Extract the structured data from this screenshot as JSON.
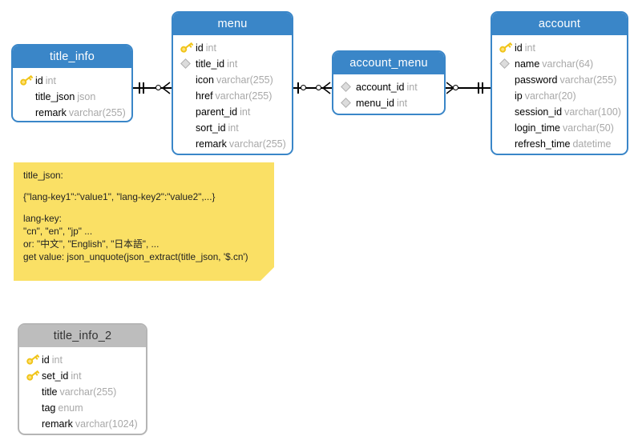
{
  "diagram": {
    "type": "entity-relationship-diagram",
    "colors": {
      "header_blue": "#3a86c8",
      "header_gray": "#bdbdbd",
      "border_blue": "#3a86c8",
      "border_gray": "#b5b5b5",
      "note_yellow": "#fae065",
      "type_text": "#a8a8a8",
      "name_text": "#000000",
      "key_icon": "#f0c419",
      "diamond_icon": "#dcdcdc",
      "canvas": "#ffffff"
    }
  },
  "entities": [
    {
      "name": "title_info",
      "header_style": "blue",
      "attributes": [
        {
          "icon": "primary-key-icon",
          "name": "id",
          "type": "int"
        },
        {
          "icon": "none",
          "name": "title_json",
          "type": "json"
        },
        {
          "icon": "none",
          "name": "remark",
          "type": "varchar(255)"
        }
      ]
    },
    {
      "name": "menu",
      "header_style": "blue",
      "attributes": [
        {
          "icon": "primary-key-icon",
          "name": "id",
          "type": "int"
        },
        {
          "icon": "foreign-key-diamond-icon",
          "name": "title_id",
          "type": "int"
        },
        {
          "icon": "none",
          "name": "icon",
          "type": "varchar(255)"
        },
        {
          "icon": "none",
          "name": "href",
          "type": "varchar(255)"
        },
        {
          "icon": "none",
          "name": "parent_id",
          "type": "int"
        },
        {
          "icon": "none",
          "name": "sort_id",
          "type": "int"
        },
        {
          "icon": "none",
          "name": "remark",
          "type": "varchar(255)"
        }
      ]
    },
    {
      "name": "account_menu",
      "header_style": "blue",
      "attributes": [
        {
          "icon": "foreign-key-diamond-icon",
          "name": "account_id",
          "type": "int"
        },
        {
          "icon": "foreign-key-diamond-icon",
          "name": "menu_id",
          "type": "int"
        }
      ]
    },
    {
      "name": "account",
      "header_style": "blue",
      "attributes": [
        {
          "icon": "primary-key-icon",
          "name": "id",
          "type": "int"
        },
        {
          "icon": "foreign-key-diamond-icon",
          "name": "name",
          "type": "varchar(64)"
        },
        {
          "icon": "none",
          "name": "password",
          "type": "varchar(255)"
        },
        {
          "icon": "none",
          "name": "ip",
          "type": "varchar(20)"
        },
        {
          "icon": "none",
          "name": "session_id",
          "type": "varchar(100)"
        },
        {
          "icon": "none",
          "name": "login_time",
          "type": "varchar(50)"
        },
        {
          "icon": "none",
          "name": "refresh_time",
          "type": "datetime"
        }
      ]
    },
    {
      "name": "title_info_2",
      "header_style": "gray",
      "attributes": [
        {
          "icon": "primary-key-icon",
          "name": "id",
          "type": "int"
        },
        {
          "icon": "primary-key-icon",
          "name": "set_id",
          "type": "int"
        },
        {
          "icon": "none",
          "name": "title",
          "type": "varchar(255)"
        },
        {
          "icon": "none",
          "name": "tag",
          "type": "enum"
        },
        {
          "icon": "none",
          "name": "remark",
          "type": "varchar(1024)"
        }
      ]
    }
  ],
  "relationships": [
    {
      "from": "title_info",
      "to": "menu",
      "from_cardinality": "exactly-one",
      "to_cardinality": "zero-or-many"
    },
    {
      "from": "menu",
      "to": "account_menu",
      "from_cardinality": "zero-or-one",
      "to_cardinality": "zero-or-many"
    },
    {
      "from": "account_menu",
      "to": "account",
      "from_cardinality": "zero-or-many",
      "to_cardinality": "exactly-one"
    }
  ],
  "note": {
    "lines": [
      "title_json:",
      "{\"lang-key1\":\"value1\", \"lang-key2\":\"value2\",...}",
      "lang-key:",
      "\"cn\", \"en\", \"jp\" ...",
      "or: \"中文\", \"English\", \"日本語\", ...",
      "get value: json_unquote(json_extract(title_json, '$.cn')"
    ]
  }
}
